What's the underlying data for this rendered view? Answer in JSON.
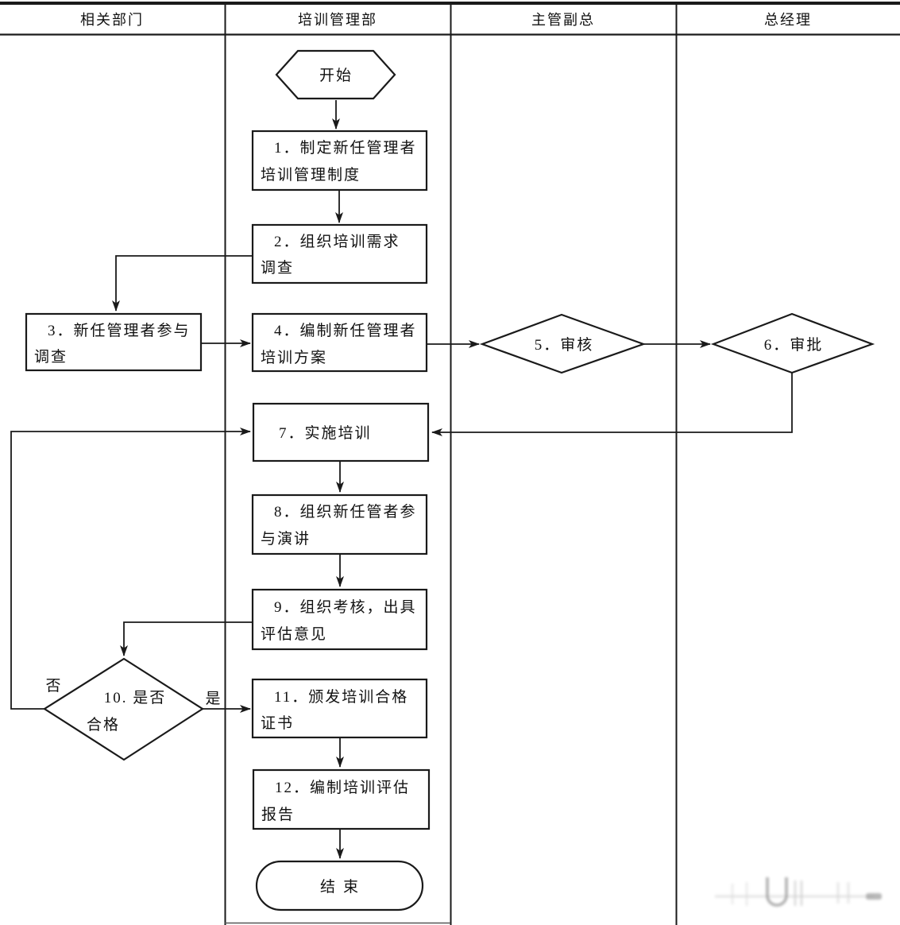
{
  "lanes": [
    {
      "label": "相关部门"
    },
    {
      "label": "培训管理部"
    },
    {
      "label": "主管副总"
    },
    {
      "label": "总经理"
    }
  ],
  "nodes": {
    "start": {
      "type": "hexagon",
      "label": "开始"
    },
    "n1": {
      "type": "process",
      "lines": [
        "1．制定新任管理者",
        "培训管理制度"
      ]
    },
    "n2": {
      "type": "process",
      "lines": [
        "2．组织培训需求",
        "调查"
      ]
    },
    "n3": {
      "type": "process",
      "lines": [
        "3．新任管理者参与",
        "调查"
      ]
    },
    "n4": {
      "type": "process",
      "lines": [
        "4．编制新任管理者",
        "培训方案"
      ]
    },
    "n5": {
      "type": "decision",
      "label": "5．审核"
    },
    "n6": {
      "type": "decision",
      "label": "6．审批"
    },
    "n7": {
      "type": "process",
      "label": "7．实施培训"
    },
    "n8": {
      "type": "process",
      "lines": [
        "8．组织新任管者参",
        "与演讲"
      ]
    },
    "n9": {
      "type": "process",
      "lines": [
        "9．组织考核，出具",
        "评估意见"
      ]
    },
    "n10": {
      "type": "decision",
      "lines": [
        "10. 是否",
        "合格"
      ]
    },
    "n11": {
      "type": "process",
      "lines": [
        "11．颁发培训合格",
        "证书"
      ]
    },
    "n12": {
      "type": "process",
      "lines": [
        "12．编制培训评估",
        "报告"
      ]
    },
    "end": {
      "type": "terminal",
      "label": "结束"
    }
  },
  "edge_labels": {
    "no": "否",
    "yes": "是"
  },
  "colors": {
    "ink": "#1a1a1a",
    "background": "#ffffff"
  }
}
